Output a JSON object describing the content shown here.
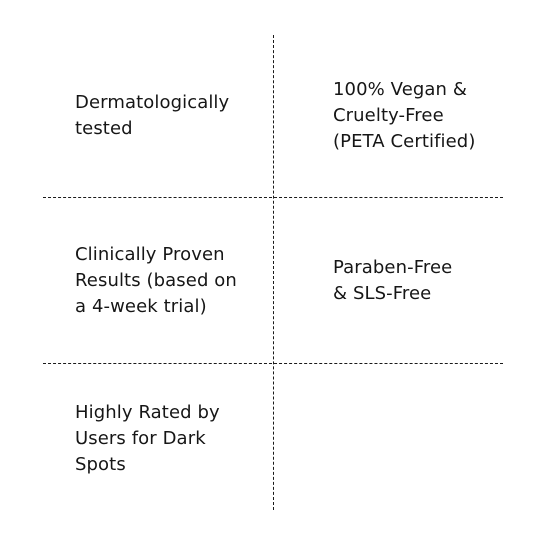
{
  "features": [
    {
      "text": "Dermatologically tested"
    },
    {
      "text": "100% Vegan & Cruelty-Free (PETA Certified)"
    },
    {
      "text": "Clinically Proven Results (based on a 4-week trial)"
    },
    {
      "text": "Paraben-Free & SLS-Free"
    },
    {
      "text": "Highly Rated by Users for Dark Spots"
    }
  ],
  "colors": {
    "text": "#161616",
    "divider": "#1a1a1a",
    "background": "#ffffff"
  }
}
